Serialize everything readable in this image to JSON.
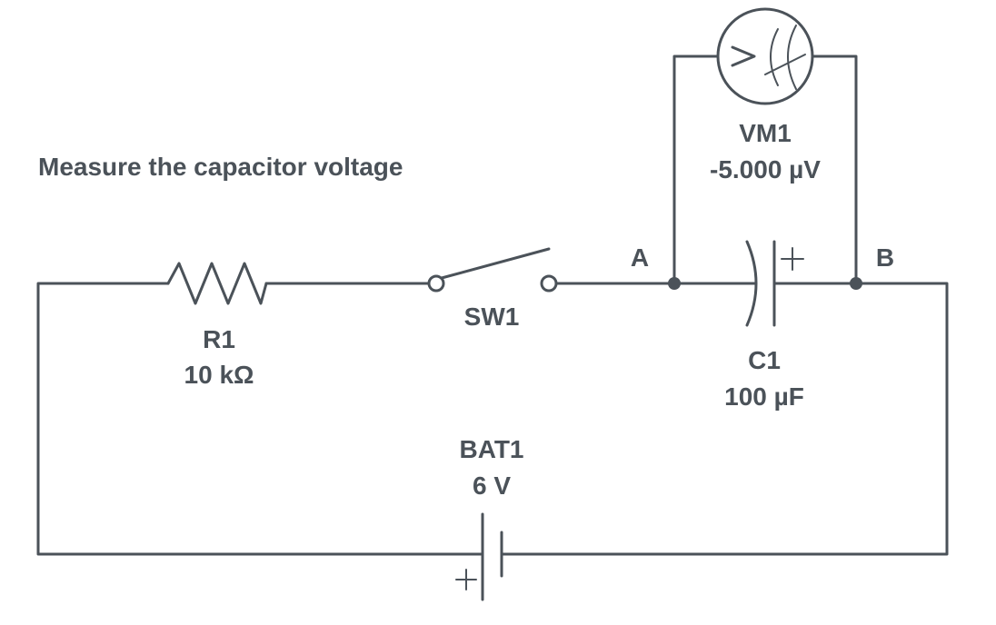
{
  "title": "Measure the capacitor voltage",
  "colors": {
    "ink": "#4b5259",
    "background": "#ffffff"
  },
  "components": {
    "resistor": {
      "name": "R1",
      "value": "10 kΩ"
    },
    "switch": {
      "name": "SW1",
      "state": "open"
    },
    "capacitor": {
      "name": "C1",
      "value": "100 µF",
      "polarity_mark": "+"
    },
    "voltmeter": {
      "name": "VM1",
      "reading": "-5.000 µV",
      "icon": "voltmeter-dial-icon"
    },
    "battery": {
      "name": "BAT1",
      "value": "6 V",
      "polarity_mark": "+"
    }
  },
  "nodes": {
    "a": "A",
    "b": "B"
  }
}
